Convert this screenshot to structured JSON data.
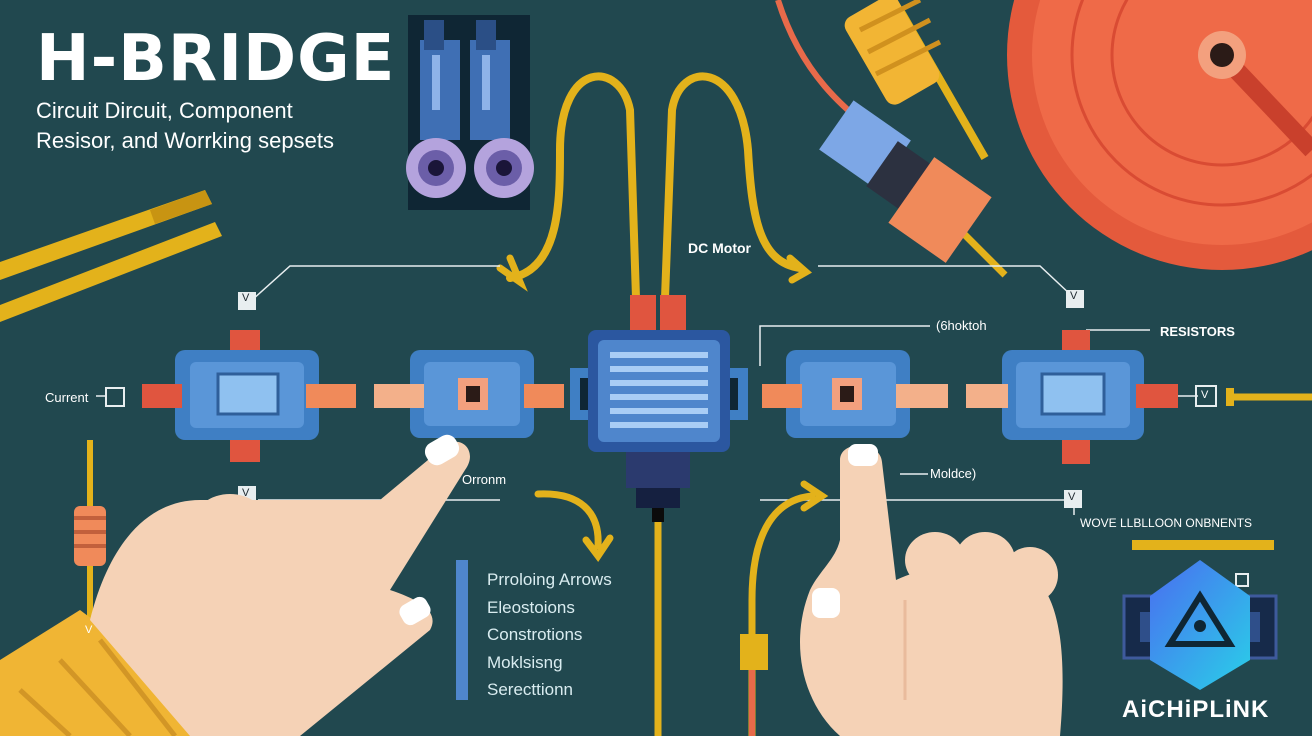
{
  "header": {
    "title": "H-BRIDGE",
    "subtitle_line1": "Circuit Dircuit, Component",
    "subtitle_line2": "Resisor, and Worrking sepsets"
  },
  "labels": {
    "dc_motor": "DC Motor",
    "current": "Current",
    "resistors": "RESISTORS",
    "gnoktoh": "(6hoktoh",
    "orronm": "Orronm",
    "moldce": "Moldce)",
    "components": "WOVE LLBLLOON ONBNENTS",
    "v_marks": [
      "V",
      "V",
      "V",
      "V",
      "V",
      "V"
    ]
  },
  "list_items": [
    "Prroloing Arrows",
    "Eleostoions",
    "Constrotions",
    "Moklsisng",
    "Serecttionn"
  ],
  "brand": {
    "name": "AiCHiPLiNK"
  },
  "colors": {
    "background": "#21484f",
    "chip_blue": "#3f7fc4",
    "wire_yellow": "#e3b21b",
    "accent_red": "#e0553f",
    "accent_orange": "#f08a5a",
    "hand_skin": "#f5d2b6",
    "sleeve_yellow": "#f0b534"
  }
}
